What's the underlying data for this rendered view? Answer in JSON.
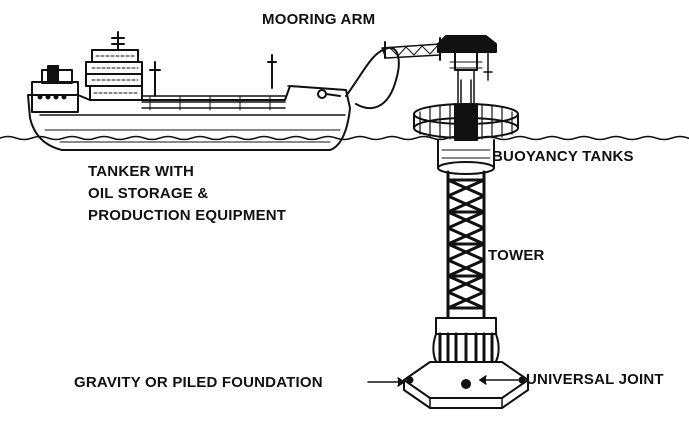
{
  "labels": {
    "mooring_arm": "MOORING ARM",
    "buoyancy_tanks": "BUOYANCY TANKS",
    "tanker_line1": "TANKER WITH",
    "tanker_line2": "OIL STORAGE &",
    "tanker_line3": "PRODUCTION EQUIPMENT",
    "tower": "TOWER",
    "gravity_foundation": "GRAVITY OR PILED FOUNDATION",
    "universal_joint": "UNIVERSAL JOINT"
  },
  "colors": {
    "ink": "#111111",
    "paper": "#ffffff"
  }
}
